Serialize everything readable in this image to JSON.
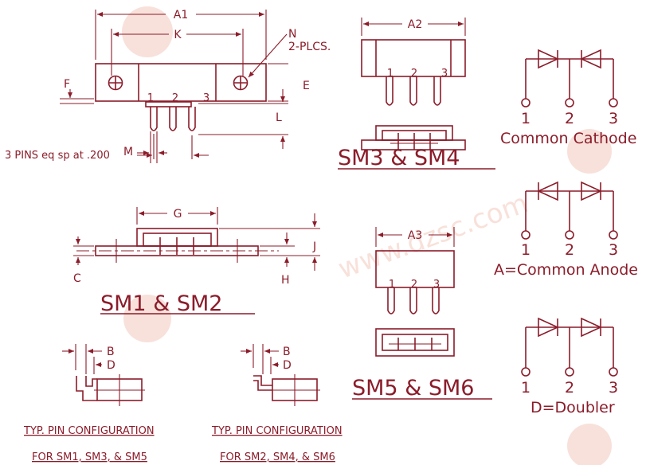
{
  "colors": {
    "ink": "#8b1c2a",
    "watermark": "#f3c9bd",
    "background": "#ffffff"
  },
  "watermark": {
    "text": "www.dzsc.com"
  },
  "dims": {
    "a1": "A1",
    "k": "K",
    "n": "N",
    "plcs": "2-PLCS.",
    "e": "E",
    "f": "F",
    "l": "L",
    "m": "M",
    "pins": "3 PINS eq sp at .200",
    "g": "G",
    "j": "J",
    "c": "C",
    "h": "H",
    "a2": "A2",
    "a3": "A3",
    "b": "B",
    "d": "D"
  },
  "pin_numbers": [
    "1",
    "2",
    "3"
  ],
  "titles": {
    "sm12": "SM1 & SM2",
    "sm34": "SM3 & SM4",
    "sm56": "SM5 & SM6"
  },
  "pin_config": {
    "left_line1": "TYP. PIN CONFIGURATION",
    "left_line2": "FOR SM1, SM3, & SM5",
    "right_line1": "TYP. PIN CONFIGURATION",
    "right_line2": "FOR SM2, SM4, & SM6"
  },
  "schematics": {
    "common_cathode": "Common Cathode",
    "common_anode": "A=Common Anode",
    "doubler": "D=Doubler"
  }
}
